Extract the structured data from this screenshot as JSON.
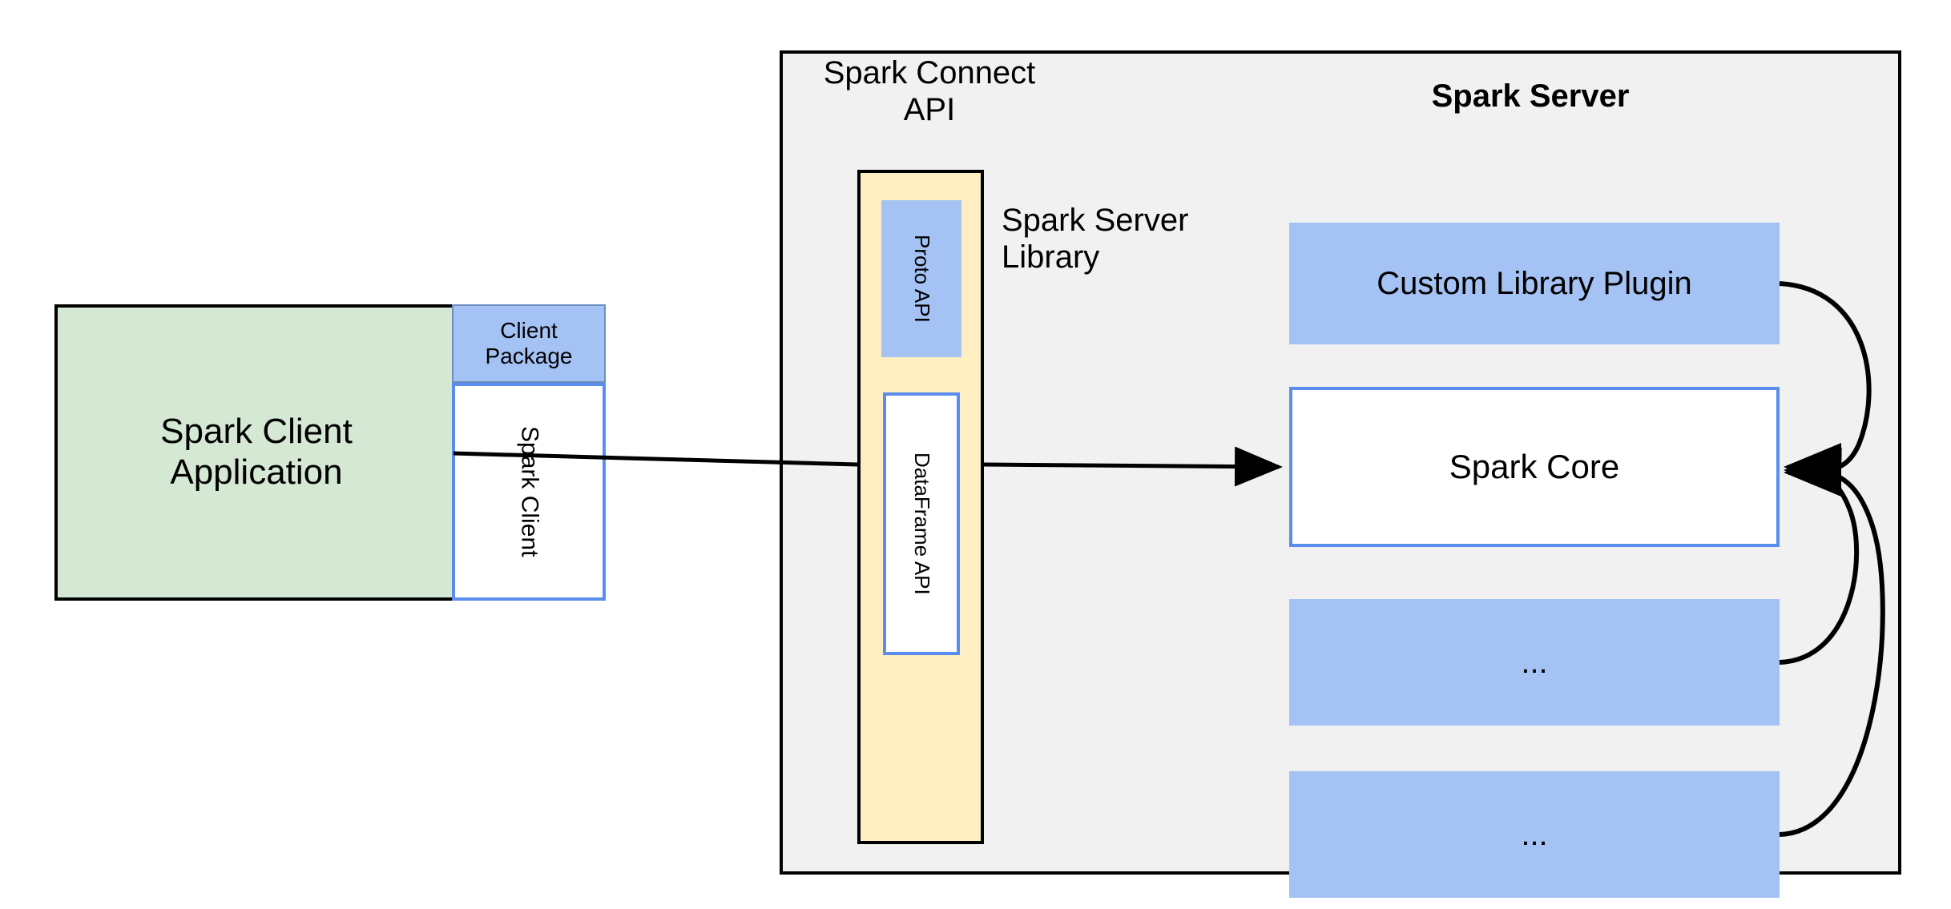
{
  "diagram": {
    "title": "Spark Connect architecture",
    "colors": {
      "client_app_fill": "#d5e8d4",
      "blue_fill": "#a4c2f4",
      "blue_border": "#5b8def",
      "panel_fill": "#f1f1f1",
      "column_fill": "#ffeec2",
      "stroke": "#000000"
    }
  },
  "client": {
    "application_label": "Spark Client\nApplication",
    "package_label": "Client\nPackage",
    "client_label": "Spark Client"
  },
  "server": {
    "panel_title": "Spark Server",
    "connect_api_label": "Spark Connect\nAPI",
    "server_library_label": "Spark Server\nLibrary",
    "column": {
      "proto_api_label": "Proto API",
      "dataframe_api_label": "DataFrame API"
    },
    "components": [
      {
        "label": "Custom Library Plugin",
        "style": "filled"
      },
      {
        "label": "Spark Core",
        "style": "outlined"
      },
      {
        "label": "...",
        "style": "filled"
      },
      {
        "label": "...",
        "style": "filled"
      }
    ]
  },
  "connections": [
    {
      "name": "client-to-connect-api",
      "from": "Spark Client",
      "to": "Spark Connect API column",
      "kind": "arrow"
    },
    {
      "name": "connect-api-to-spark-core",
      "from": "Spark Connect API column",
      "to": "Spark Core",
      "kind": "arrow"
    },
    {
      "name": "custom-library-plugin-to-spark-core",
      "from": "Custom Library Plugin",
      "to": "Spark Core",
      "kind": "curved-arrow"
    },
    {
      "name": "ellipsis-one-to-spark-core",
      "from": "...",
      "to": "Spark Core",
      "kind": "curved-arrow"
    },
    {
      "name": "ellipsis-two-to-spark-core",
      "from": "...",
      "to": "Spark Core",
      "kind": "curved-arrow"
    }
  ]
}
